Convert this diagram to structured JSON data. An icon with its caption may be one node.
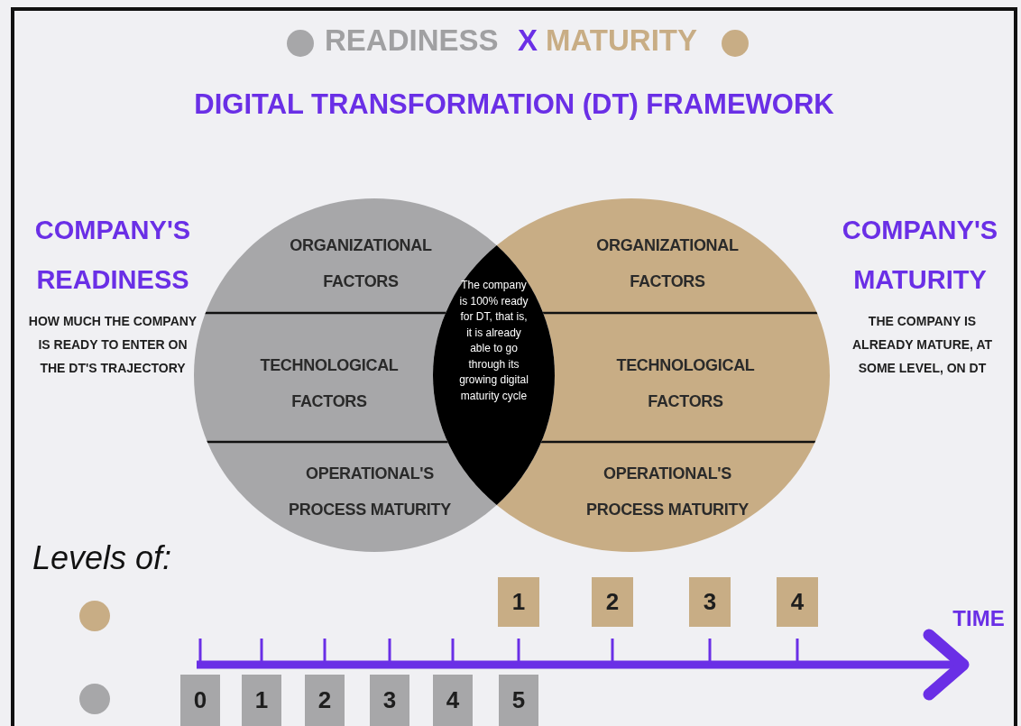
{
  "diagram": {
    "title": "DIGITAL TRANSFORMATION (DT) FRAMEWORK",
    "nodes": [
      {
        "text": [
          "ORGANIZATIONAL FACTORS",
          "TECHNOLOGICAL FACTORS",
          "OPERATIONAL'S PROCESS MATURITY"
        ]
      },
      {
        "text": [
          "ORGANIZATIONAL FACTORS",
          "TECHNOLOGICAL FACTORS",
          "OPERATIONAL'S PROCESS MATURITY"
        ]
      },
      {
        "text": [
          "The company is 100% ready for DT, that is, it is already able to go through its growing digital maturity cycle"
        ]
      },
      {
        "text": [
          "0"
        ]
      },
      {
        "text": [
          "1"
        ]
      },
      {
        "text": [
          "2"
        ]
      },
      {
        "text": [
          "3"
        ]
      },
      {
        "text": [
          "4"
        ]
      },
      {
        "text": [
          "5"
        ]
      },
      {
        "text": [
          "1"
        ]
      },
      {
        "text": [
          "2"
        ]
      },
      {
        "text": [
          "3"
        ]
      },
      {
        "text": [
          "4"
        ]
      }
    ],
    "labels": [
      "READINESS",
      "X",
      "MATURITY",
      "COMPANY'S READINESS",
      "HOW MUCH THE COMPANY IS READY TO ENTER ON THE DT'S TRAJECTORY",
      "COMPANY'S MATURITY",
      "THE COMPANY IS ALREADY MATURE, AT SOME LEVEL, ON DT",
      "Levels of:",
      "TIME"
    ]
  }
}
